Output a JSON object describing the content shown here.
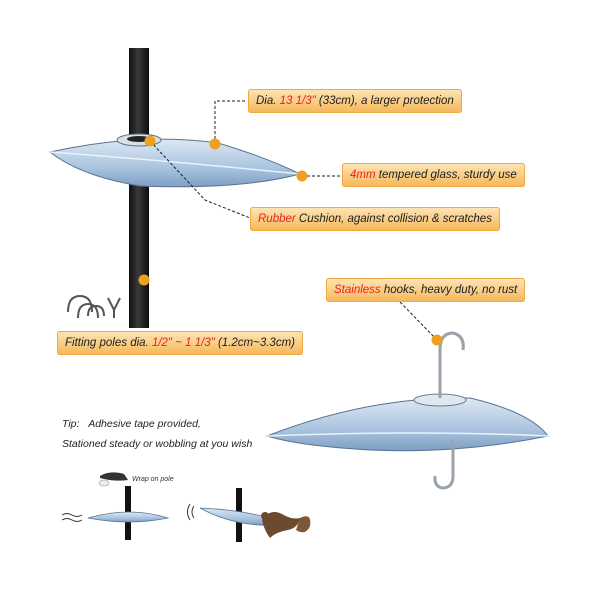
{
  "callouts": {
    "diameter": {
      "highlight": "13 1/3\"",
      "prefix": "Dia. ",
      "suffix": " (33cm), a larger protection"
    },
    "glass": {
      "highlight": "4mm",
      "suffix": " tempered glass, sturdy use"
    },
    "rubber": {
      "highlight": "Rubber",
      "suffix": " Cushion, against collision & scratches"
    },
    "hooks": {
      "highlight": "Stainless",
      "suffix": " hooks, heavy duty, no rust"
    },
    "poles": {
      "prefix": "Fitting poles dia. ",
      "highlight": "1/2\" ~ 1 1/3\"",
      "suffix": " (1.2cm~3.3cm)"
    }
  },
  "tip": {
    "label": "Tip:",
    "line1": "Adhesive tape provided,",
    "line2": "Stationed steady or wobbling at you wish"
  },
  "wrap_note": "Wrap on pole",
  "colors": {
    "callout_bg": "#f5b657",
    "highlight": "#e8231b",
    "dot": "#f0a020",
    "glass": "#b8cfe6"
  },
  "icons": [
    "hardware-clips-icon",
    "squirrel-icon",
    "tape-roll-icon",
    "wind-icon",
    "sound-waves-icon"
  ]
}
